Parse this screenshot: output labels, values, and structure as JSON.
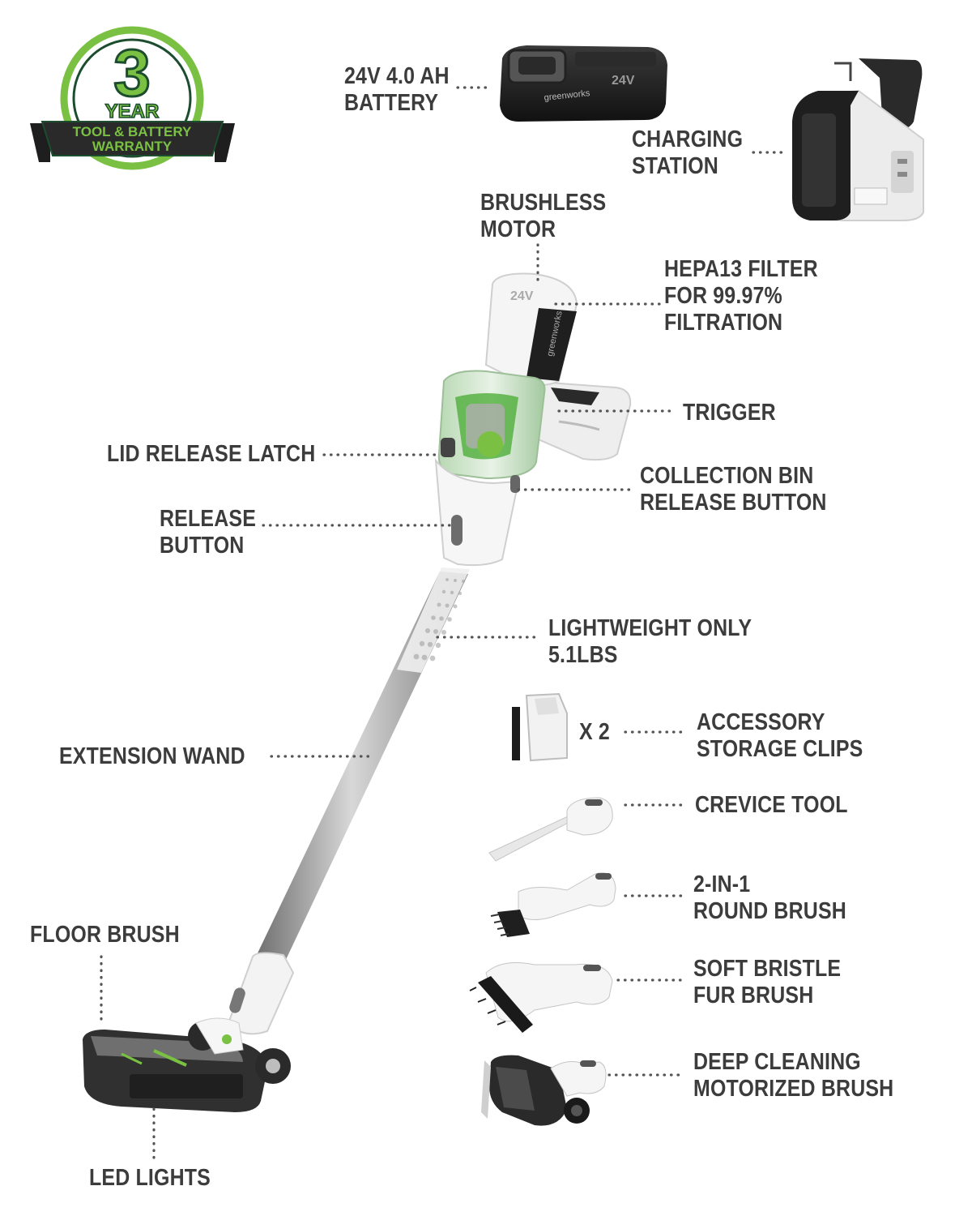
{
  "badge": {
    "number": "3",
    "year": "YEAR",
    "ribbon_line1": "TOOL & BATTERY",
    "ribbon_line2": "WARRANTY"
  },
  "colors": {
    "brand_green": "#7ac143",
    "dark_green": "#1b4d2e",
    "label_gray": "#3c3c3c",
    "leader_dots": "#555555",
    "vacuum_white": "#f4f4f4",
    "wand_silver": "#9a9a9a",
    "battery_black": "#1d1d1d"
  },
  "labels": {
    "battery": [
      "24V 4.0 AH",
      "BATTERY"
    ],
    "charging_station": [
      "CHARGING",
      "STATION"
    ],
    "brushless_motor": [
      "BRUSHLESS",
      "MOTOR"
    ],
    "hepa_filter": [
      "HEPA13 FILTER",
      "FOR 99.97%",
      "FILTRATION"
    ],
    "trigger": [
      "TRIGGER"
    ],
    "lid_release_latch": [
      "LID RELEASE LATCH"
    ],
    "collection_bin_release": [
      "COLLECTION BIN",
      "RELEASE BUTTON"
    ],
    "release_button": [
      "RELEASE",
      "BUTTON"
    ],
    "lightweight": [
      "LIGHTWEIGHT ONLY",
      "5.1LBS"
    ],
    "clips_count": [
      "X 2"
    ],
    "storage_clips": [
      "ACCESSORY",
      "STORAGE CLIPS"
    ],
    "extension_wand": [
      "EXTENSION WAND"
    ],
    "crevice_tool": [
      "CREVICE TOOL"
    ],
    "round_brush": [
      "2-IN-1",
      "ROUND BRUSH"
    ],
    "fur_brush": [
      "SOFT BRISTLE",
      "FUR BRUSH"
    ],
    "motorized_brush": [
      "DEEP CLEANING",
      "MOTORIZED BRUSH"
    ],
    "floor_brush": [
      "FLOOR BRUSH"
    ],
    "led_lights": [
      "LED LIGHTS"
    ]
  },
  "product_marks": {
    "brand": "greenworks",
    "voltage_mark": "24V"
  }
}
